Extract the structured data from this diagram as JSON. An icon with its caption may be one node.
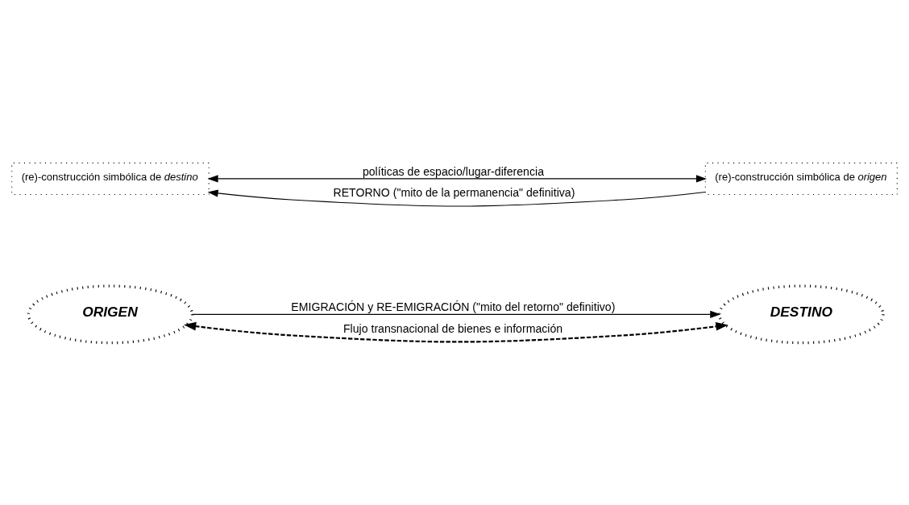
{
  "diagram": {
    "nodes": [
      {
        "text": [
          "ORIGEN"
        ]
      },
      {
        "text": [
          "DESTINO"
        ]
      },
      {
        "text": [
          "(re)-construcción simbólica de *destino*"
        ]
      },
      {
        "text": [
          "(re)-construcción simbólica de *origen*"
        ]
      }
    ],
    "edges": [
      {
        "from": 0,
        "to": 1,
        "arrow": "to",
        "label": "EMIGRACIÓN y RE-EMIGRACIÓN (\"mito del retorno\" definitivo)"
      },
      {
        "from": 0,
        "to": 1,
        "arrow": "both",
        "style": "dashed",
        "label": "Flujo transnacional de bienes e información"
      },
      {
        "from": 2,
        "to": 3,
        "arrow": "both",
        "label": "políticas de espacio/lugar-diferencia"
      },
      {
        "from": 3,
        "to": 2,
        "arrow": "to",
        "label": "RETORNO (\"mito de la permanencia\" definitiva)"
      }
    ]
  }
}
